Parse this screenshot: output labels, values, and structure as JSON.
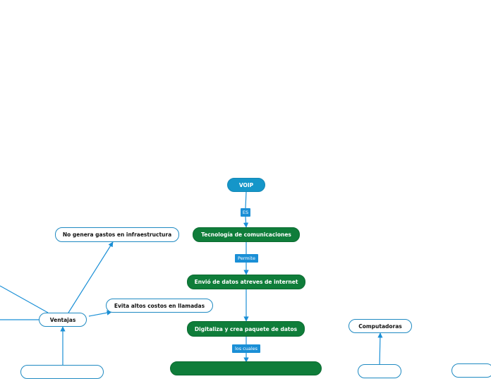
{
  "nodes": {
    "voip": "VOIP",
    "tecnologia": "Tecnología de comunicaciones",
    "envio": "Envió de datos atreves de internet",
    "digitaliza": "Digitaliza y crea paquete de datos",
    "ventajas": "Ventajas",
    "no_genera": "No genera gastos en infraestructura",
    "evita": "Evita altos costos en llamadas",
    "computadoras": "Computadoras"
  },
  "links": {
    "es": "ES",
    "permite": "Permite",
    "los_cuales": "los cuales"
  },
  "colors": {
    "root": "#1596c9",
    "green": "#0f7d3a",
    "outline": "#1f8ac2",
    "connector": "#1a8fd6"
  }
}
